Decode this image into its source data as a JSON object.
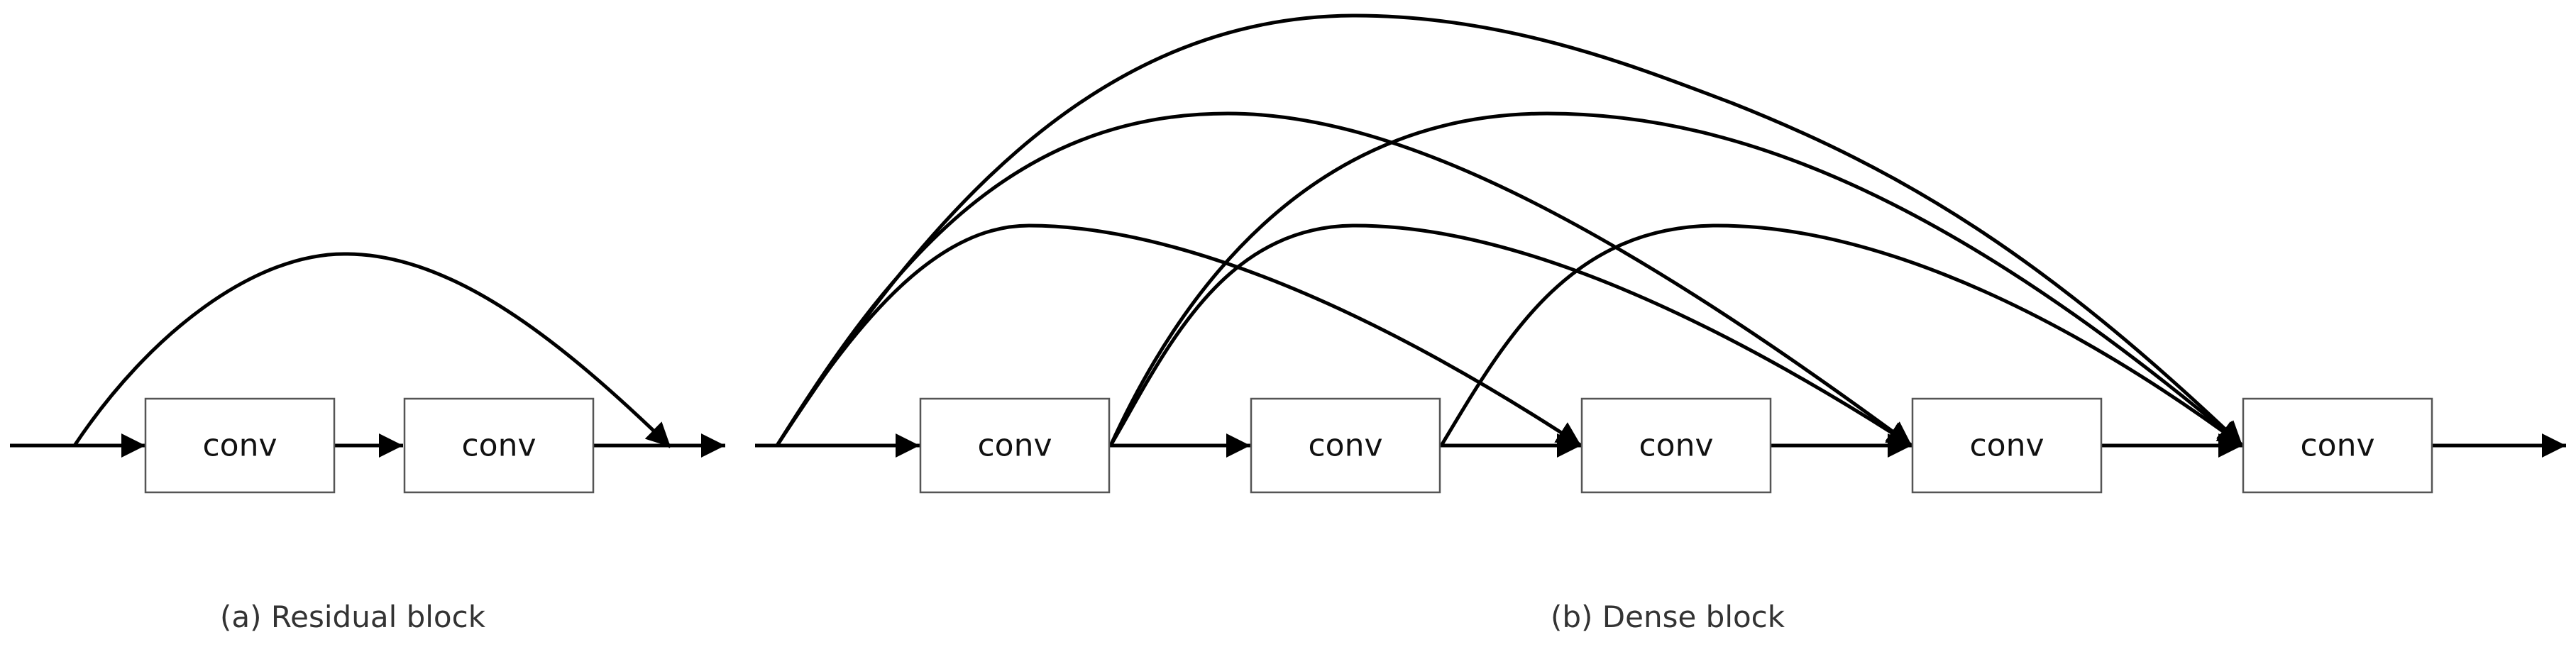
{
  "residual": {
    "box_label": "conv",
    "caption": "(a)  Residual block"
  },
  "dense": {
    "box_label": "conv",
    "caption": "(b)  Dense block"
  },
  "colors": {
    "line": "#000000",
    "box_border": "#555555",
    "text": "#111111",
    "caption": "#333333"
  }
}
